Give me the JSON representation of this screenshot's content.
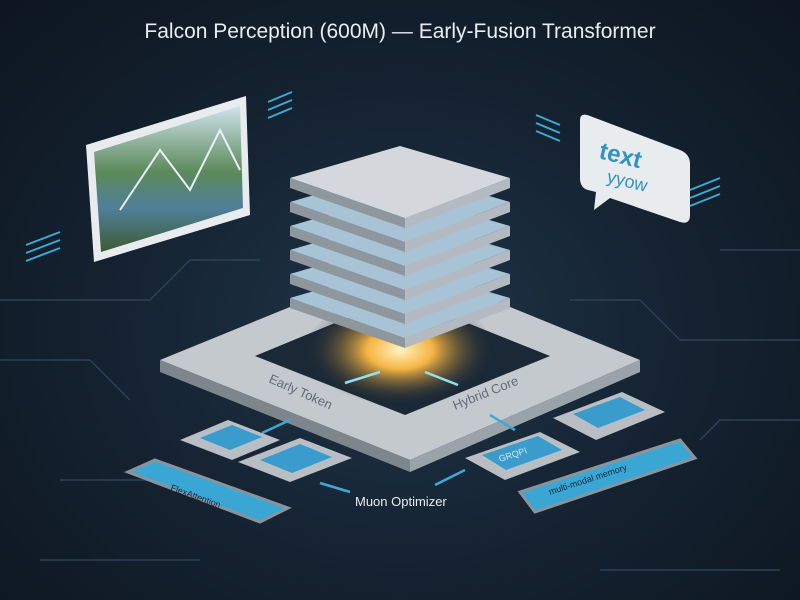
{
  "title": "Falcon Perception (600M) — Early-Fusion Transformer",
  "bubble": {
    "line1": "text",
    "line2": "yyow"
  },
  "labels": {
    "early_token": "Early Token",
    "hybrid_core": "Hybrid Core",
    "optimizer": "Muon Optimizer",
    "flex": "FlexAttention",
    "grqpi": "GRQPI",
    "right_panel": "multi-modal memory"
  },
  "colors": {
    "accent": "#3fa9d6",
    "glow": "#f5b443",
    "background": "#14212f",
    "platform": "#c4c9ce"
  }
}
